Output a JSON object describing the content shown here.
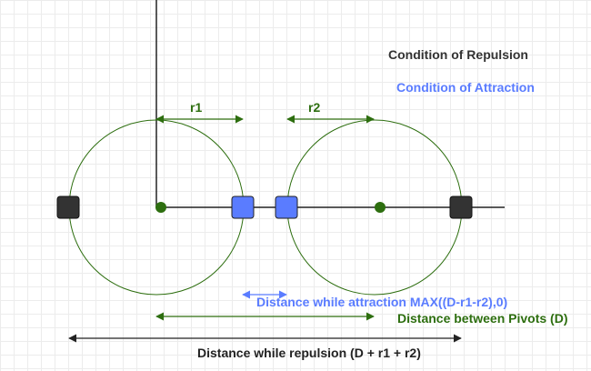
{
  "legend": {
    "repulsion": "Condition of Repulsion",
    "attraction": "Condition of Attraction"
  },
  "labels": {
    "r1": "r1",
    "r2": "r2",
    "attraction_distance": "Distance while attraction MAX((D-r1-r2),0)",
    "pivot_distance": "Distance between Pivots (D)",
    "repulsion_distance": "Distance while repulsion (D + r1 + r2)"
  },
  "colors": {
    "repulsion": "#333333",
    "attraction": "#5a7cff",
    "green": "#2d6e0f",
    "line": "#222222"
  }
}
